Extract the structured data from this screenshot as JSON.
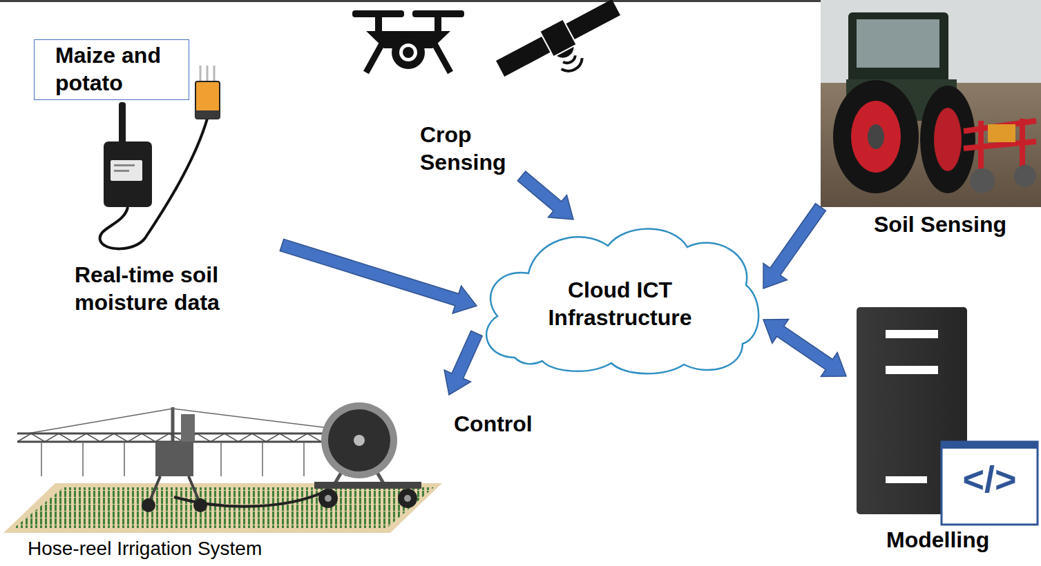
{
  "diagram": {
    "nodes": [
      {
        "text": [
          "Maize and potato"
        ]
      },
      {
        "text": [
          "Crop Sensing"
        ]
      },
      {
        "text": [
          "Soil Sensing"
        ]
      },
      {
        "text": [
          "Real-time soil moisture data"
        ]
      },
      {
        "text": [
          "Cloud ICT Infrastructure"
        ]
      },
      {
        "text": [
          "Modelling"
        ]
      },
      {
        "text": [
          "Hose-reel Irrigation System"
        ]
      }
    ],
    "edges": [
      {
        "from": 3,
        "to": 4,
        "arrow": "to"
      },
      {
        "from": 1,
        "to": 4,
        "arrow": "to"
      },
      {
        "from": 2,
        "to": 4,
        "arrow": "to"
      },
      {
        "from": 4,
        "to": 5,
        "arrow": "both"
      },
      {
        "from": 4,
        "to": 6,
        "label": "Control",
        "arrow": "to"
      }
    ],
    "labels": [
      "</>"
    ]
  }
}
